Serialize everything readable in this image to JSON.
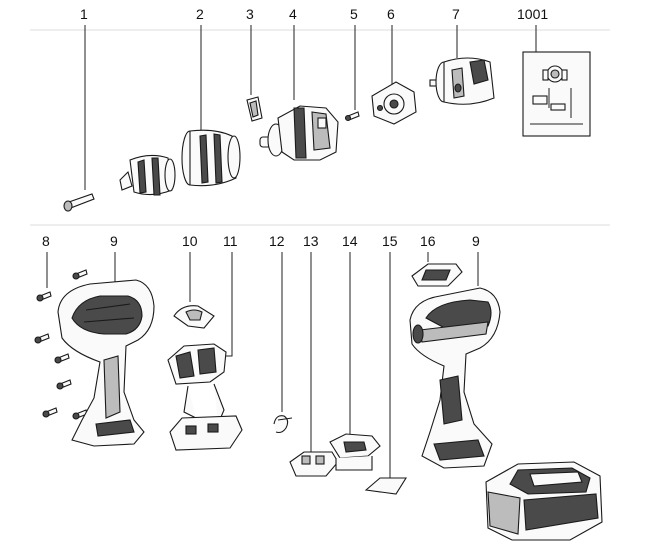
{
  "callouts": {
    "c1": "1",
    "c2": "2",
    "c3": "3",
    "c4": "4",
    "c5": "5",
    "c6": "6",
    "c7": "7",
    "c1001": "1001",
    "c8": "8",
    "c9a": "9",
    "c10": "10",
    "c11": "11",
    "c12": "12",
    "c13": "13",
    "c14": "14",
    "c15": "15",
    "c16": "16",
    "c9b": "9"
  }
}
